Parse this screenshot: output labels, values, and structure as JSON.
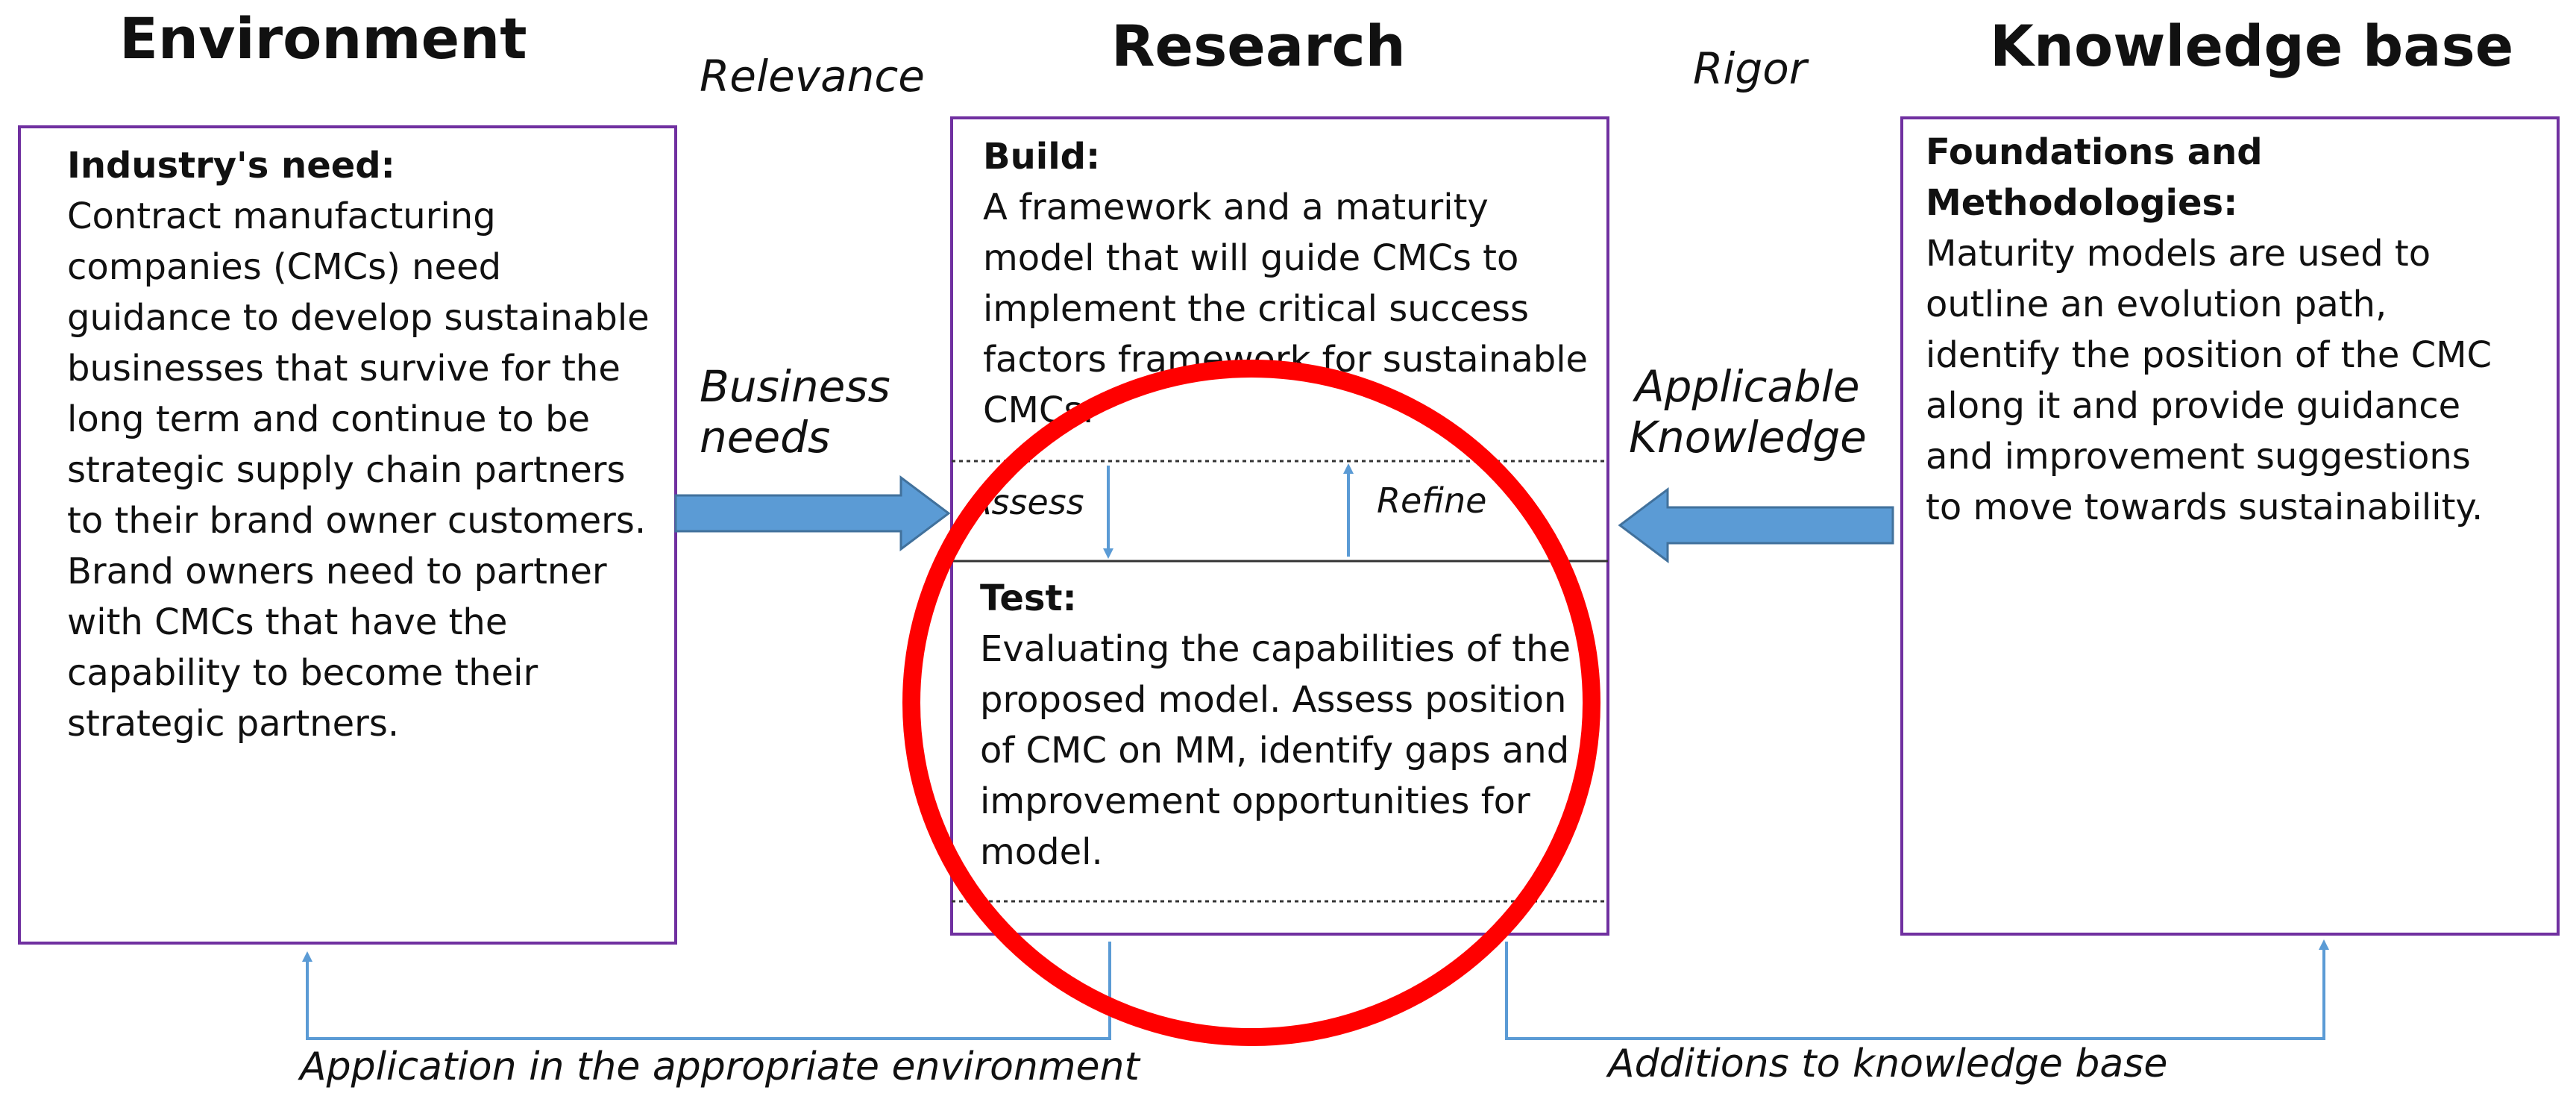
{
  "headings": {
    "environment": "Environment",
    "research": "Research",
    "knowledge_base": "Knowledge base"
  },
  "flow_labels": {
    "relevance": "Relevance",
    "rigor": "Rigor",
    "business_needs_line1": "Business",
    "business_needs_line2": "needs",
    "applicable_knowledge_line1": "Applicable",
    "applicable_knowledge_line2": "Knowledge",
    "assess": "Assess",
    "refine": "Refine",
    "application": "Application in the appropriate environment",
    "additions": "Additions to knowledge base"
  },
  "environment_box": {
    "header": "Industry's need:",
    "lines": [
      "Contract manufacturing",
      "companies (CMCs) need",
      "guidance to develop sustainable",
      "businesses that survive for the",
      "long term and continue to be",
      "strategic supply chain partners",
      "to their brand owner customers.",
      "Brand owners need to partner",
      "with CMCs that have the",
      "capability to become their",
      "strategic partners."
    ]
  },
  "build_box": {
    "header": "Build:",
    "lines": [
      "A framework and  a maturity",
      "model that will guide CMCs to",
      "implement the critical success",
      "factors framework for sustainable",
      "CMCs."
    ]
  },
  "test_box": {
    "header": "Test:",
    "lines": [
      "Evaluating the capabilities of the",
      "proposed model. Assess position",
      "of CMC on MM, identify gaps and",
      "improvement opportunities for",
      "model."
    ]
  },
  "knowledge_box": {
    "header_line1": "Foundations and",
    "header_line2": "Methodologies:",
    "lines": [
      "Maturity models are used to",
      "outline an evolution path,",
      "identify the position of the CMC",
      "along it and provide guidance",
      "and improvement suggestions",
      "to move towards sustainability."
    ]
  },
  "colors": {
    "box_border": "#7030a0",
    "arrow_fill": "#5b9bd5",
    "thin_arrow": "#5b9bd5",
    "highlight_circle": "#ff0000"
  }
}
